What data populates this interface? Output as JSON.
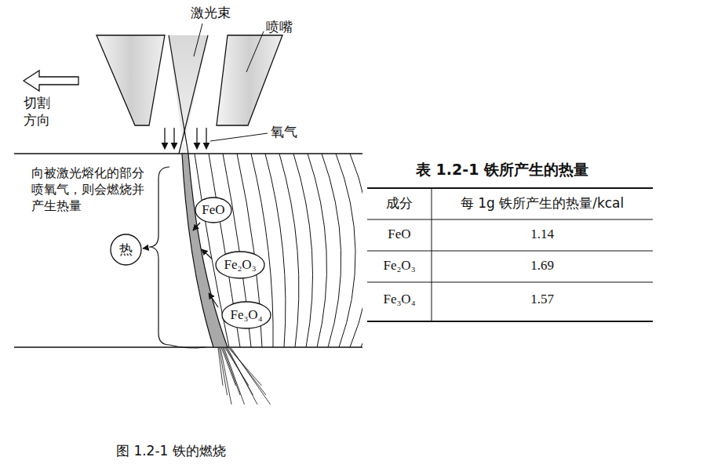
{
  "diagram": {
    "caption": "图 1.2-1 铁的燃烧",
    "nodes": [
      {
        "text": [
          "FeO"
        ]
      },
      {
        "text": [
          "Fe₂O₃"
        ]
      },
      {
        "text": [
          "Fe₃O₄"
        ]
      },
      {
        "text": [
          "热"
        ]
      }
    ],
    "labels": [
      "激光束",
      "喷嘴",
      "切割方向",
      "氧气",
      "向被激光熔化的部分喷氧气，则会燃烧并产生热量",
      "表 1.2-1 铁所产生的热量",
      "成分",
      "每 1g 铁所产生的热量/kcal",
      "FeO",
      "1.14",
      "Fe₂O₃",
      "1.69",
      "Fe₃O₄",
      "1.57"
    ]
  }
}
